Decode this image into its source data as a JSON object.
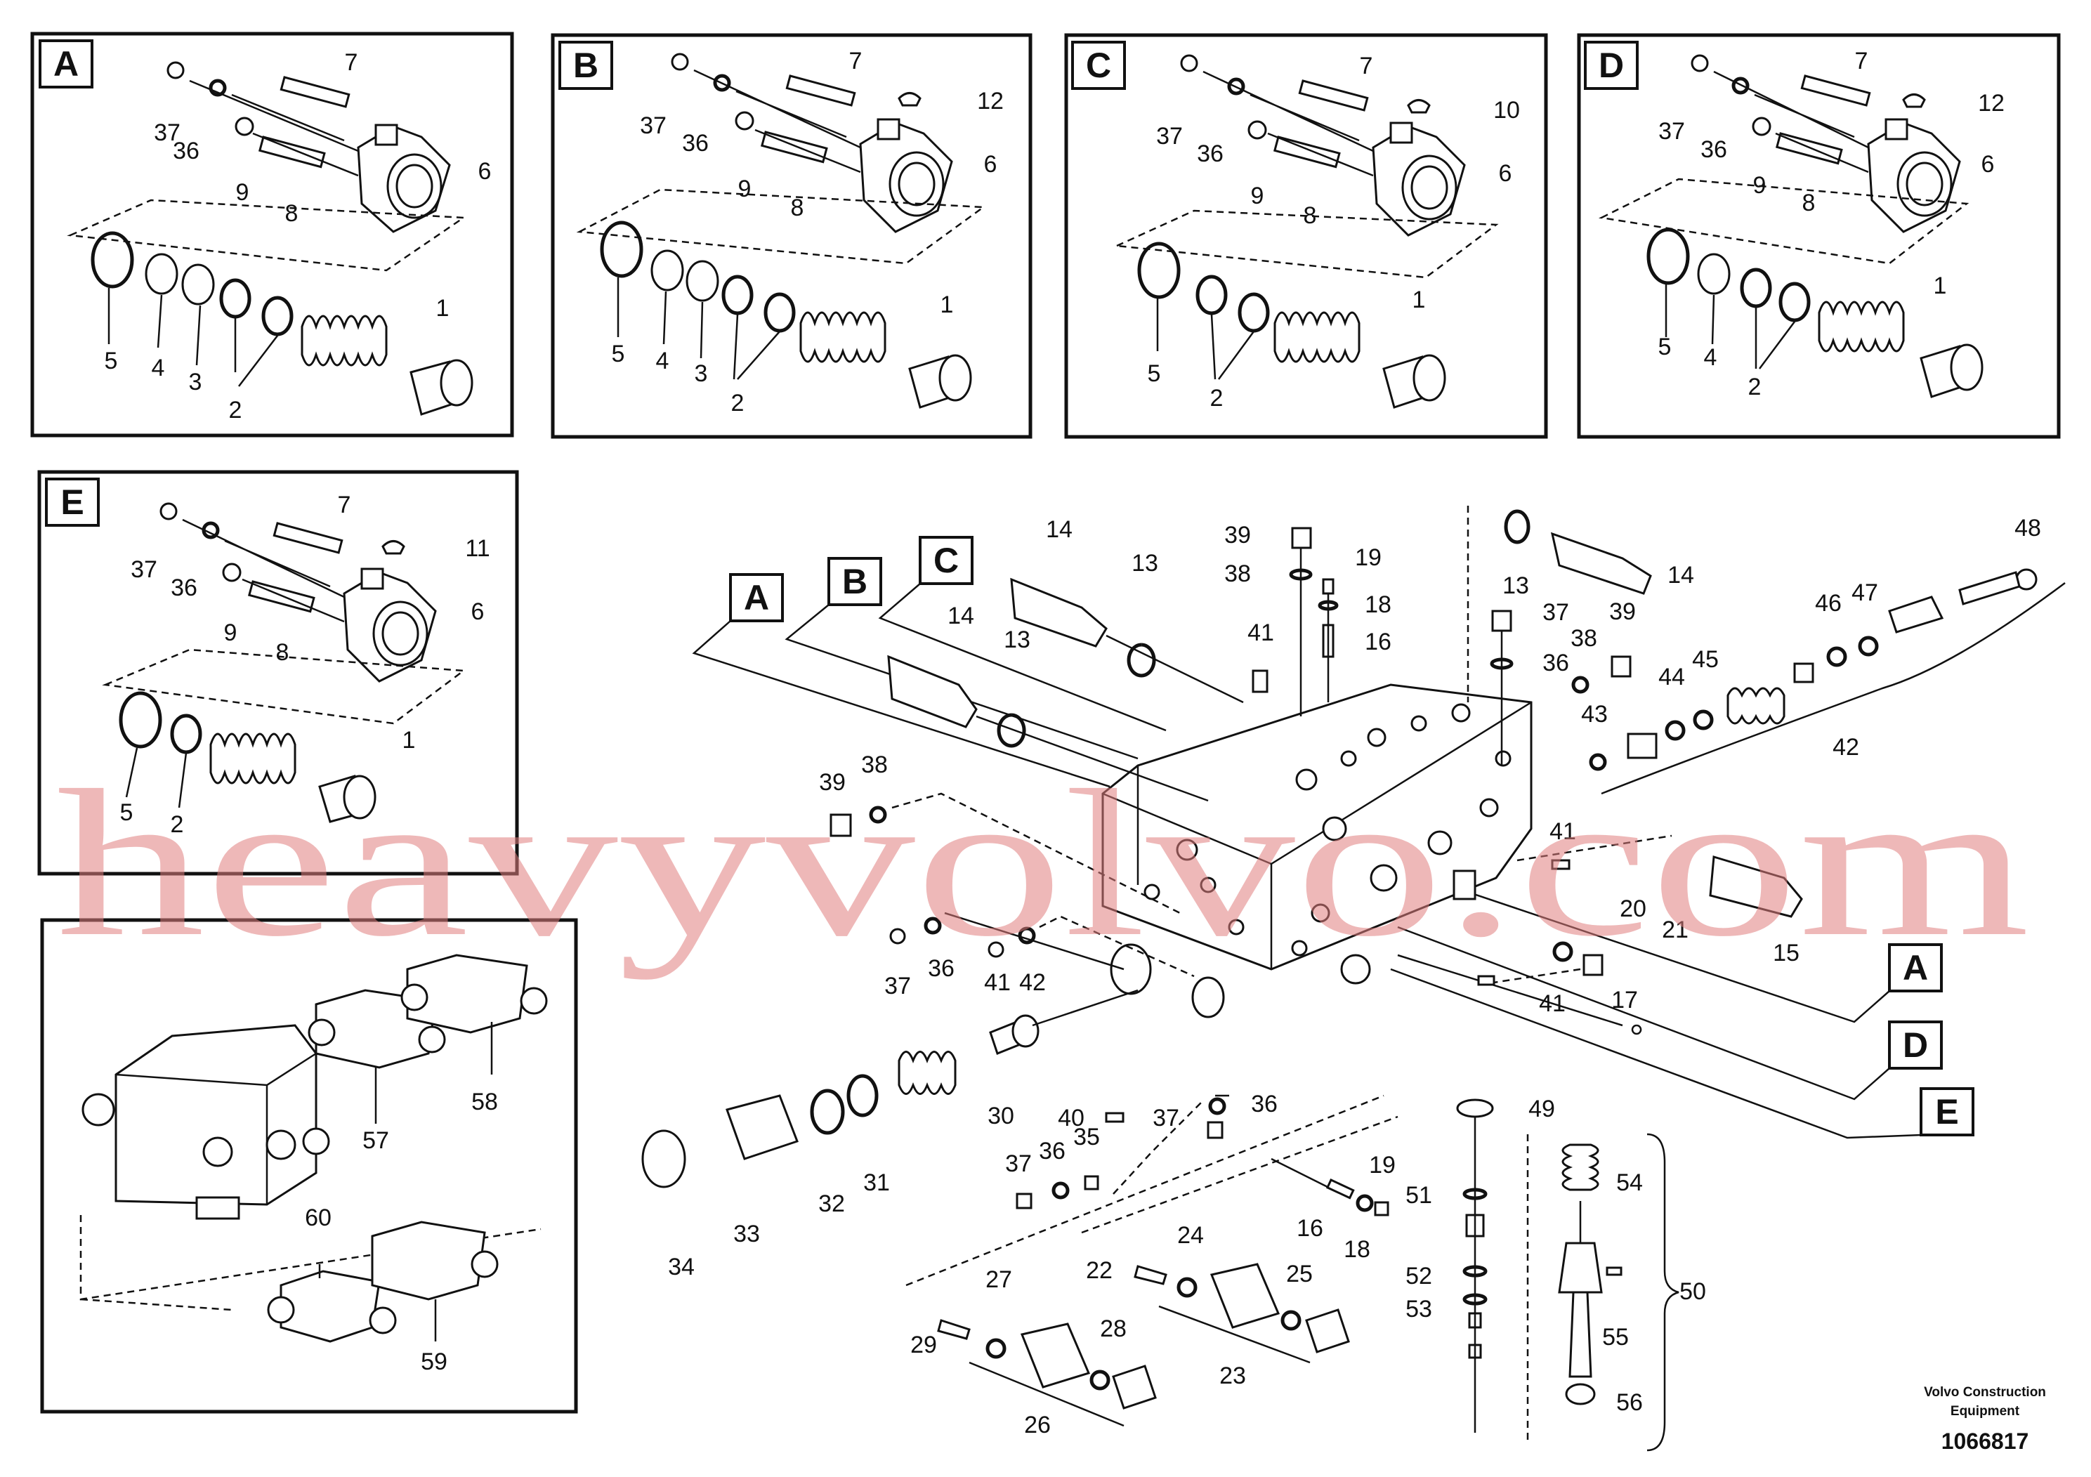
{
  "frames": [
    {
      "letter": "A",
      "labels": [
        "37",
        "36",
        "7",
        "9",
        "8",
        "6",
        "5",
        "4",
        "3",
        "2",
        "1"
      ]
    },
    {
      "letter": "B",
      "labels": [
        "37",
        "36",
        "7",
        "12",
        "9",
        "8",
        "6",
        "5",
        "4",
        "3",
        "2",
        "1"
      ]
    },
    {
      "letter": "C",
      "labels": [
        "37",
        "36",
        "7",
        "10",
        "9",
        "8",
        "6",
        "5",
        "2",
        "1"
      ]
    },
    {
      "letter": "D",
      "labels": [
        "37",
        "36",
        "7",
        "12",
        "9",
        "8",
        "6",
        "5",
        "4",
        "2",
        "1"
      ]
    },
    {
      "letter": "E",
      "labels": [
        "37",
        "36",
        "7",
        "11",
        "9",
        "8",
        "6",
        "5",
        "2",
        "1"
      ]
    }
  ],
  "overview": {
    "labels": [
      "58",
      "57",
      "60",
      "59"
    ]
  },
  "main": {
    "callouts": [
      "A",
      "B",
      "C",
      "A",
      "D",
      "E"
    ],
    "labels": [
      "14",
      "13",
      "14",
      "13",
      "39",
      "38",
      "19",
      "18",
      "16",
      "41",
      "37",
      "36",
      "38",
      "39",
      "13",
      "14",
      "48",
      "46",
      "47",
      "44",
      "45",
      "43",
      "42",
      "39",
      "38",
      "41",
      "20",
      "21",
      "15",
      "17",
      "41",
      "37",
      "36",
      "41",
      "42",
      "40",
      "37",
      "36",
      "30",
      "31",
      "32",
      "33",
      "34",
      "37",
      "36",
      "35",
      "19",
      "16",
      "18",
      "49",
      "51",
      "52",
      "53",
      "54",
      "55",
      "56",
      "50",
      "24",
      "25",
      "22",
      "23",
      "27",
      "28",
      "29",
      "26"
    ]
  },
  "footer": {
    "brand_line1": "Volvo Construction",
    "brand_line2": "Equipment",
    "drawing_no": "1066817"
  },
  "watermark": "heavyvolvo.com",
  "colors": {
    "line": "#111111",
    "watermark": "#e07e7e",
    "background": "#ffffff"
  }
}
